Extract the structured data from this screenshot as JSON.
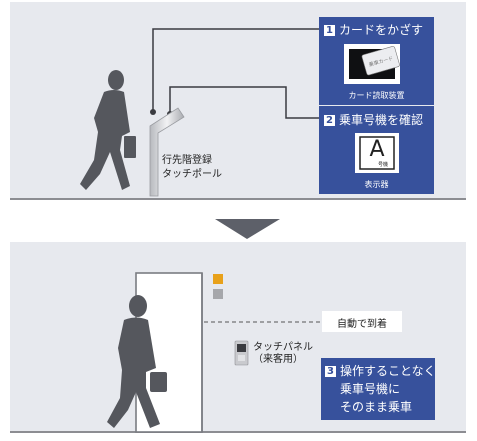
{
  "top": {
    "step1": {
      "num": "1",
      "title": "カードをかざす",
      "caption": "カード読取装置",
      "card_text": "乗車カード"
    },
    "step2": {
      "num": "2",
      "title": "乗車号機を確認",
      "caption": "表示器",
      "display_letter": "A",
      "display_sub": "号機"
    },
    "pole_label": [
      "行先階登録",
      "タッチポール"
    ]
  },
  "bottom": {
    "auto_arrival": "自動で到着",
    "panel_label": [
      "タッチパネル",
      "（来客用）"
    ],
    "step3": {
      "num": "3",
      "lines": [
        "操作することなく",
        "乗車号機に",
        "そのまま乗車"
      ]
    }
  },
  "colors": {
    "panel_bg": "#e7e9ee",
    "box_blue": "#37519c",
    "floor_line": "#8c8d92",
    "arrow": "#5d6069",
    "person": "#55575d",
    "lamp_orange": "#e8a11a",
    "lamp_gray": "#a6a7ab"
  }
}
